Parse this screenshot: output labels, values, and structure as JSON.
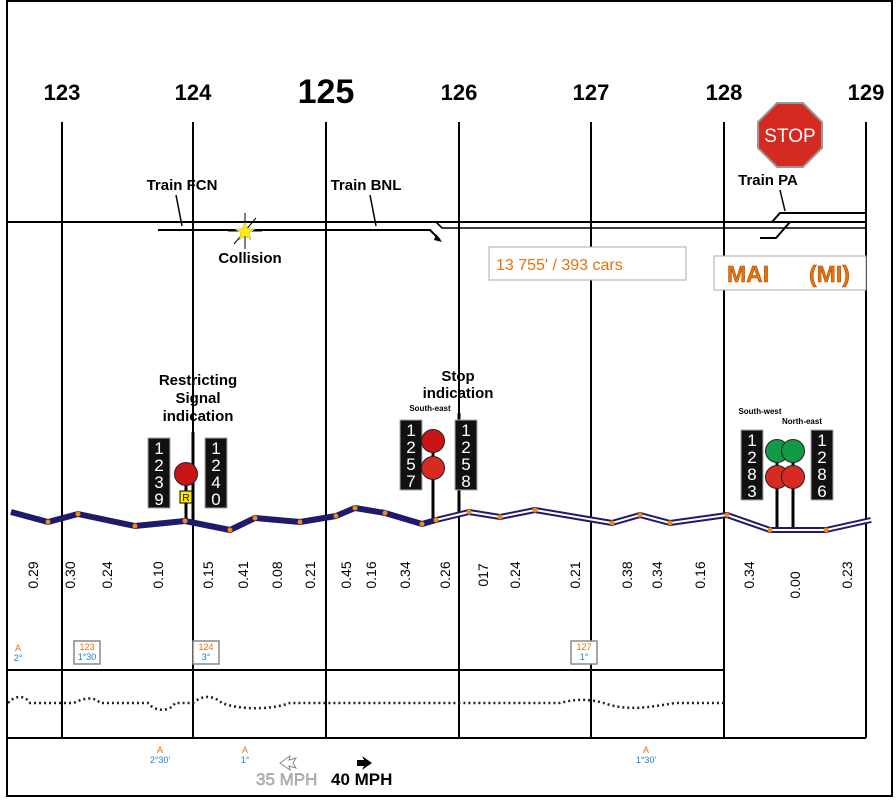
{
  "mileposts": [
    "123",
    "124",
    "125",
    "126",
    "127",
    "128",
    "129"
  ],
  "trains": {
    "fcn": "Train FCN",
    "bnl": "Train BNL",
    "pa": "Train PA"
  },
  "collision_label": "Collision",
  "stop_sign": "STOP",
  "train_length": "13 755' / 393 cars",
  "station": {
    "name": "MAI",
    "code": "(MI)"
  },
  "restricting": [
    "Restricting",
    "Signal",
    "indication"
  ],
  "stop_indication": [
    "Stop",
    "indication"
  ],
  "directions": {
    "south_east": "South-east",
    "south_west": "South-west",
    "north_east": "North-east"
  },
  "signals": {
    "s1239": "1239",
    "s1240": "1240",
    "s1257": "1257",
    "s1258": "1258",
    "s1283": "1283",
    "s1286": "1286",
    "r_marker": "R"
  },
  "grades": [
    "0.29",
    "0.30",
    "0.24",
    "0.10",
    "0.15",
    "0.41",
    "0.08",
    "0.21",
    "0.45",
    "0.16",
    "0.34",
    "0.26",
    "017",
    "0.24",
    "0.21",
    "0.38",
    "0.34",
    "0.16",
    "0.34",
    "0.00",
    "0.23"
  ],
  "curves": {
    "c0": {
      "mp": "A",
      "deg": "2°"
    },
    "c123": {
      "mp": "123",
      "deg": "1°30"
    },
    "c124": {
      "mp": "124",
      "deg": "3°"
    },
    "c127": {
      "mp": "127",
      "deg": "1°"
    },
    "b1": {
      "mp": "A",
      "deg": "2°30'"
    },
    "b2": {
      "mp": "A",
      "deg": "1°"
    },
    "b3": {
      "mp": "A",
      "deg": "1°30'"
    }
  },
  "speeds": {
    "opposite": "35 MPH",
    "forward": "40 MPH"
  },
  "colors": {
    "orange": "#e8720c",
    "blue": "#1a7fd0",
    "profile": "#1f1a6b",
    "red": "#d01a1a",
    "green": "#139a45"
  }
}
